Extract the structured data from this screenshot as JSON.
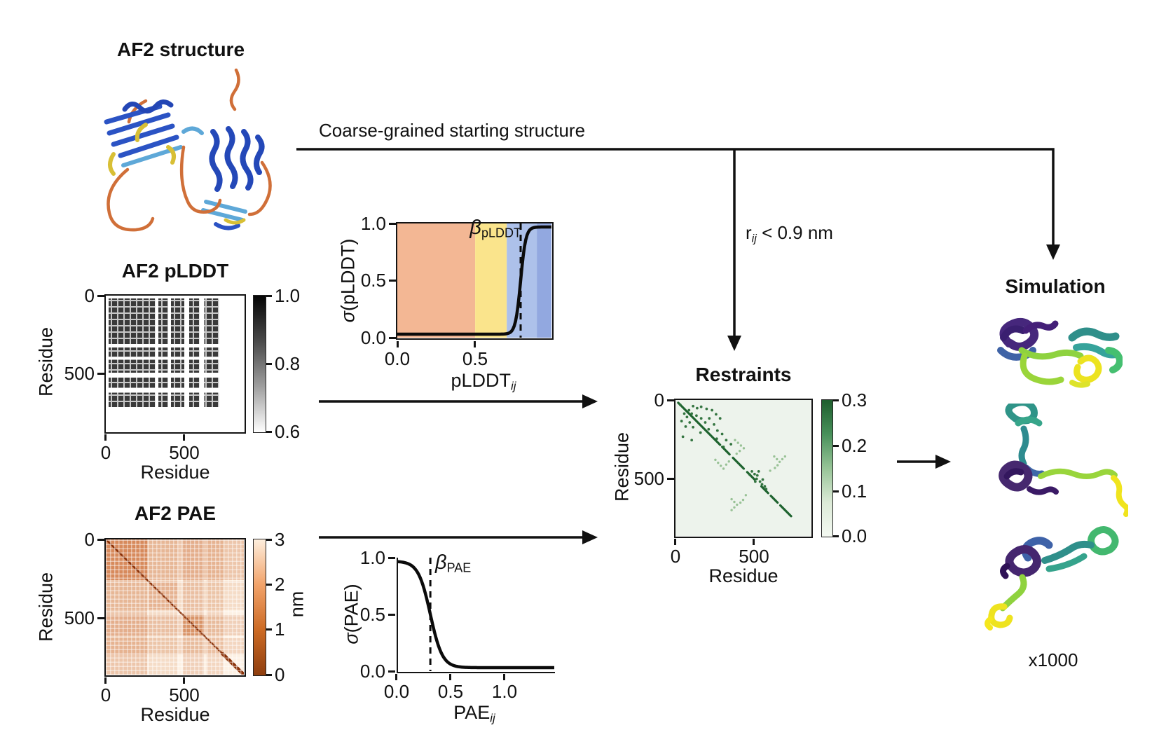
{
  "ui": {
    "af2_structure_title": "AF2 structure",
    "coarse_label": "Coarse-grained starting structure",
    "r_base": "r",
    "r_sub": "ij",
    "r_tail": " < 0.9 nm",
    "simulation_title": "Simulation",
    "multiplicity": "x1000",
    "plddt": {
      "title": "AF2 pLDDT",
      "xlabel": "Residue",
      "ylabel": "Residue",
      "xticks": [
        "0",
        "500"
      ],
      "yticks": [
        "0",
        "500"
      ],
      "cbticks": [
        "1.0",
        "0.8",
        "0.6"
      ]
    },
    "plddt_sig": {
      "sigma": "σ",
      "arg": "(pLDDT)",
      "xbase": "pLDDT",
      "xsub": "ij",
      "beta": "β",
      "betasub": "pLDDT",
      "yticks": [
        "1.0",
        "0.5",
        "0.0"
      ],
      "xticks": [
        "0.0",
        "0.5"
      ]
    },
    "pae": {
      "title": "AF2 PAE",
      "xlabel": "Residue",
      "ylabel": "Residue",
      "xticks": [
        "0",
        "500"
      ],
      "yticks": [
        "0",
        "500"
      ],
      "cbticks": [
        "3",
        "2",
        "1",
        "0"
      ],
      "cblabel": "nm"
    },
    "pae_sig": {
      "sigma": "σ",
      "arg": "(PAE)",
      "xbase": "PAE",
      "xsub": "ij",
      "beta": "β",
      "betasub": "PAE",
      "yticks": [
        "1.0",
        "0.5",
        "0.0"
      ],
      "xticks": [
        "0.0",
        "0.5",
        "1.0"
      ]
    },
    "restraints": {
      "title": "Restraints",
      "xlabel": "Residue",
      "ylabel": "Residue",
      "xticks": [
        "0",
        "500"
      ],
      "yticks": [
        "0",
        "500"
      ],
      "cbticks": [
        "0.3",
        "0.2",
        "0.1",
        "0.0"
      ]
    }
  },
  "chart_data": {
    "plddt_map": {
      "type": "heatmap",
      "title": "AF2 pLDDT",
      "xlabel": "Residue",
      "ylabel": "Residue",
      "x_ticks": [
        0,
        500
      ],
      "y_ticks": [
        0,
        500
      ],
      "axis_range": [
        0,
        880
      ],
      "colormap": "grays, high pLDDT dark",
      "colorbar": {
        "range": [
          0.6,
          1.0
        ],
        "ticks": [
          1.0,
          0.8,
          0.6
        ],
        "stops": [
          "#050505",
          "#4a4a4a",
          "#9f9f9f",
          "#ffffff"
        ]
      },
      "dark_color": "#3a3a3a",
      "gap_line_color": "#c7c7c7",
      "bands": [
        [
          0.02,
          0.355
        ],
        [
          0.38,
          0.45
        ],
        [
          0.47,
          0.565
        ],
        [
          0.6,
          0.675
        ],
        [
          0.71,
          0.815
        ]
      ]
    },
    "plddt_sigmoid": {
      "type": "line",
      "xlabel": "pLDDT_ij",
      "ylabel": "σ(pLDDT)",
      "x_range": [
        0,
        1.0
      ],
      "y_range": [
        0,
        1.0
      ],
      "x_ticks": [
        0.0,
        0.5
      ],
      "y_ticks": [
        0.0,
        0.5,
        1.0
      ],
      "curve": {
        "shape": "logistic-increasing",
        "midpoint": 0.8,
        "steepness": 60
      },
      "dashed_line_x": 0.8,
      "dashed_label": "β_pLDDT",
      "regions": [
        {
          "x0": 0.0,
          "x1": 0.505,
          "color": "#f3b794"
        },
        {
          "x0": 0.505,
          "x1": 0.71,
          "color": "#fae48c"
        },
        {
          "x0": 0.71,
          "x1": 0.905,
          "color": "#adc1ea"
        },
        {
          "x0": 0.905,
          "x1": 1.0,
          "color": "#92a8e0"
        }
      ]
    },
    "pae_map": {
      "type": "heatmap",
      "title": "AF2 PAE",
      "xlabel": "Residue",
      "ylabel": "Residue",
      "x_ticks": [
        0,
        500
      ],
      "y_ticks": [
        0,
        500
      ],
      "axis_range": [
        0,
        880
      ],
      "colormap": "Oranges, low PAE dark",
      "colorbar": {
        "range": [
          0,
          3
        ],
        "ticks": [
          3,
          2,
          1,
          0
        ],
        "label": "nm",
        "stops": [
          "#fdeedd",
          "#f2a36a",
          "#cc6a24",
          "#8f3e0e"
        ]
      },
      "base_color": "#fdf1e4",
      "band_color": "#c65c1e",
      "diag_color": "#8a3108",
      "bands": [
        [
          0.0,
          0.3,
          0.52
        ],
        [
          0.31,
          0.52,
          0.26
        ],
        [
          0.56,
          0.71,
          0.4
        ],
        [
          0.73,
          0.85,
          0.33
        ]
      ],
      "diag_blocks": [
        [
          0.0,
          0.3,
          0.38
        ],
        [
          0.31,
          0.52,
          0.2
        ],
        [
          0.56,
          0.71,
          0.38
        ]
      ]
    },
    "pae_sigmoid": {
      "type": "line",
      "xlabel": "PAE_ij",
      "ylabel": "σ(PAE)",
      "x_range": [
        0,
        1.45
      ],
      "y_range": [
        0,
        1.0
      ],
      "x_ticks": [
        0.0,
        0.5,
        1.0
      ],
      "y_ticks": [
        0.0,
        0.5,
        1.0
      ],
      "curve": {
        "shape": "logistic-decreasing",
        "midpoint": 0.3,
        "steepness": 18
      },
      "dashed_line_x": 0.3,
      "dashed_label": "β_PAE",
      "regions": []
    },
    "restraints_map": {
      "type": "heatmap",
      "title": "Restraints",
      "xlabel": "Residue",
      "ylabel": "Residue",
      "x_ticks": [
        0,
        500
      ],
      "y_ticks": [
        0,
        500
      ],
      "axis_range": [
        0,
        880
      ],
      "colormap": "Greens, strong restraint dark",
      "colorbar": {
        "range": [
          0,
          0.3
        ],
        "ticks": [
          0.3,
          0.2,
          0.1,
          0.0
        ],
        "stops": [
          "#1e5e2e",
          "#48905a",
          "#97c497",
          "#dcead7",
          "#f4f9f2"
        ]
      },
      "base_color": "#edf3ec",
      "diag_color": "#1e632f",
      "dot_dark_color": "#2a6e38",
      "dot_light_color": "#8fbd8d",
      "diag_segments": [
        [
          0.02,
          0.33
        ],
        [
          0.345,
          0.4
        ],
        [
          0.425,
          0.505
        ],
        [
          0.53,
          0.585
        ],
        [
          0.635,
          0.685
        ],
        [
          0.705,
          0.755
        ],
        [
          0.775,
          0.855
        ]
      ],
      "dots_dark": [
        [
          0.13,
          0.045
        ],
        [
          0.16,
          0.06
        ],
        [
          0.19,
          0.05
        ],
        [
          0.23,
          0.065
        ],
        [
          0.27,
          0.075
        ],
        [
          0.1,
          0.075
        ],
        [
          0.12,
          0.1
        ],
        [
          0.155,
          0.115
        ],
        [
          0.085,
          0.125
        ],
        [
          0.19,
          0.135
        ],
        [
          0.105,
          0.165
        ],
        [
          0.075,
          0.195
        ],
        [
          0.13,
          0.2
        ],
        [
          0.22,
          0.165
        ],
        [
          0.25,
          0.135
        ],
        [
          0.3,
          0.105
        ],
        [
          0.33,
          0.135
        ],
        [
          0.285,
          0.18
        ],
        [
          0.245,
          0.215
        ],
        [
          0.185,
          0.24
        ],
        [
          0.31,
          0.225
        ],
        [
          0.345,
          0.25
        ],
        [
          0.305,
          0.285
        ],
        [
          0.055,
          0.27
        ],
        [
          0.12,
          0.295
        ],
        [
          0.375,
          0.295
        ],
        [
          0.41,
          0.325
        ],
        [
          0.355,
          0.345
        ],
        [
          0.045,
          0.155
        ],
        [
          0.065,
          0.1
        ],
        [
          0.035,
          0.035
        ],
        [
          0.565,
          0.525
        ],
        [
          0.585,
          0.545
        ],
        [
          0.605,
          0.555
        ],
        [
          0.6,
          0.58
        ],
        [
          0.625,
          0.6
        ],
        [
          0.645,
          0.585
        ],
        [
          0.64,
          0.62
        ],
        [
          0.66,
          0.635
        ],
        [
          0.59,
          0.6
        ],
        [
          0.67,
          0.655
        ],
        [
          0.55,
          0.55
        ],
        [
          0.615,
          0.525
        ]
      ],
      "dots_light": [
        [
          0.44,
          0.295
        ],
        [
          0.462,
          0.315
        ],
        [
          0.484,
          0.335
        ],
        [
          0.505,
          0.355
        ],
        [
          0.475,
          0.375
        ],
        [
          0.452,
          0.395
        ],
        [
          0.295,
          0.44
        ],
        [
          0.315,
          0.462
        ],
        [
          0.335,
          0.484
        ],
        [
          0.355,
          0.505
        ],
        [
          0.375,
          0.475
        ],
        [
          0.395,
          0.452
        ],
        [
          0.73,
          0.415
        ],
        [
          0.75,
          0.435
        ],
        [
          0.77,
          0.455
        ],
        [
          0.79,
          0.435
        ],
        [
          0.81,
          0.415
        ],
        [
          0.755,
          0.48
        ],
        [
          0.735,
          0.5
        ],
        [
          0.415,
          0.73
        ],
        [
          0.435,
          0.75
        ],
        [
          0.455,
          0.77
        ],
        [
          0.435,
          0.79
        ],
        [
          0.415,
          0.81
        ],
        [
          0.48,
          0.755
        ],
        [
          0.5,
          0.735
        ],
        [
          0.52,
          0.7
        ],
        [
          0.7,
          0.52
        ]
      ]
    },
    "flow": {
      "type": "diagram-flow",
      "coarse_grained_label": "Coarse-grained starting structure",
      "restraint_condition": "r_ij < 0.9 nm",
      "simulation_copies": "x1000"
    }
  }
}
